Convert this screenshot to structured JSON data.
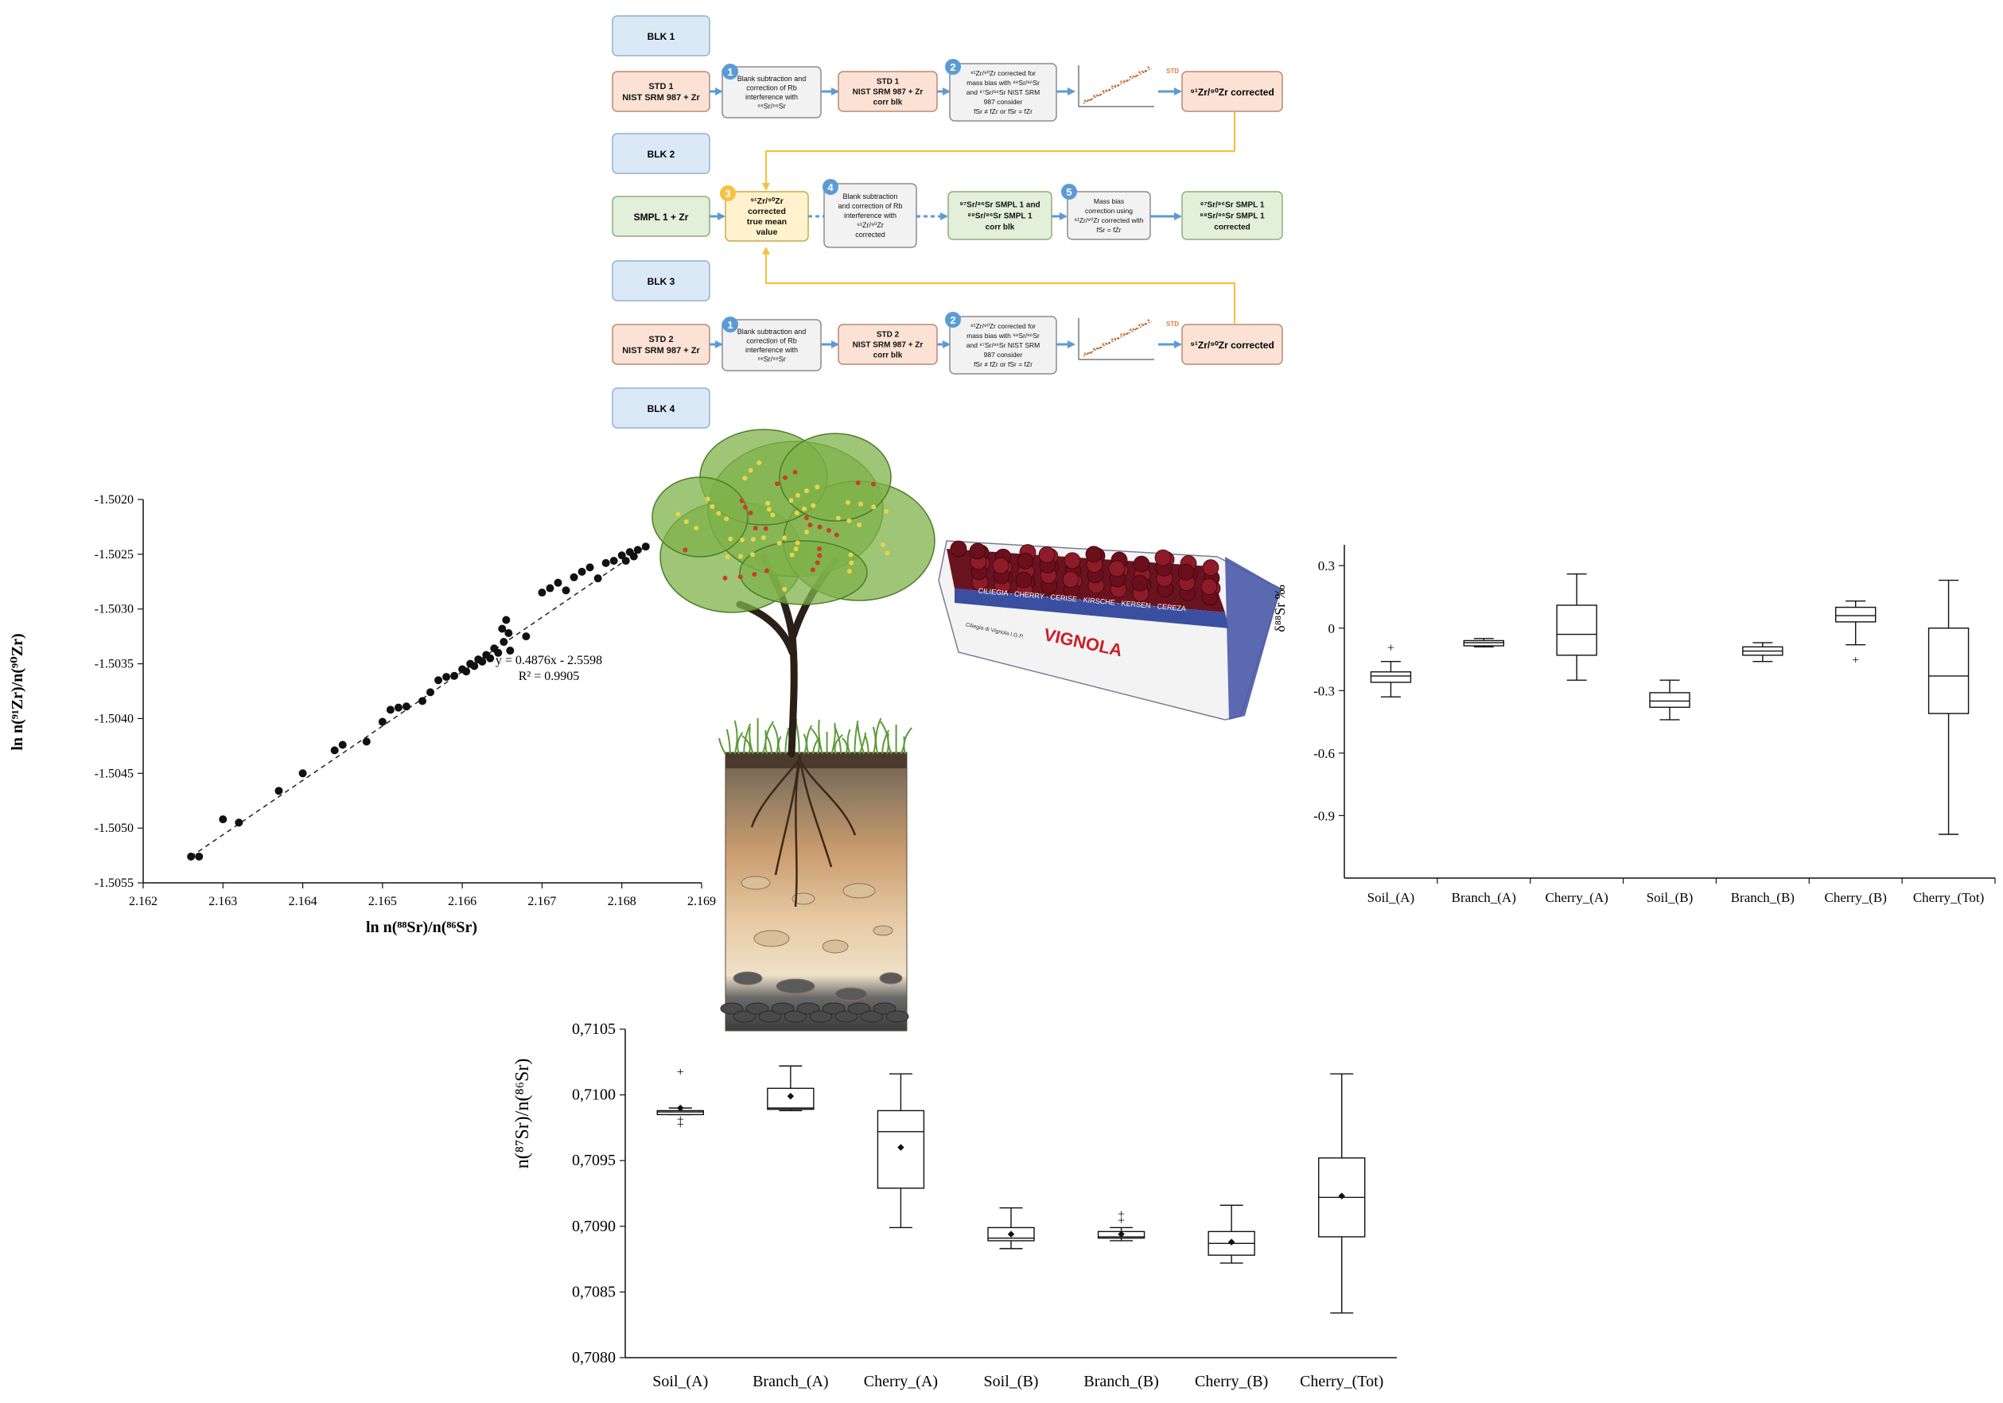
{
  "colors": {
    "blk": "#dbe9f6",
    "blk_border": "#8fb1d6",
    "std": "#fbe2d5",
    "std_border": "#b98a72",
    "smpl": "#e2efd9",
    "smpl_border": "#8fae7a",
    "proc": "#f2f2f2",
    "proc_border": "#8c8c8c",
    "mean": "#fff2cc",
    "mean_border": "#c9a94a",
    "arrow": "#5b9bd5",
    "link": "#f5c242",
    "badge": "#5b9bd5",
    "badge_gold": "#f5c242",
    "mini_std": "#e07b39"
  },
  "flowchart": {
    "blk1": "BLK 1",
    "blk2": "BLK 2",
    "blk3": "BLK 3",
    "blk4": "BLK 4",
    "std1": [
      "STD 1",
      "NIST SRM 987 + Zr"
    ],
    "std2": [
      "STD 2",
      "NIST SRM 987 + Zr"
    ],
    "smpl1": "SMPL 1 + Zr",
    "blank_rb": [
      "Blank subtraction and",
      "correction of Rb",
      "interference with",
      "⁸⁸Sr/⁸⁶Sr"
    ],
    "std1_corr": [
      "STD 1",
      "NIST SRM 987 + Zr",
      "corr blk"
    ],
    "std2_corr": [
      "STD 2",
      "NIST SRM 987 + Zr",
      "corr blk"
    ],
    "massbias_std": [
      "⁹¹Zr/⁹⁰Zr corrected for",
      "mass bias with ⁸⁸Sr/⁸⁶Sr",
      "and ⁸⁷Sr/⁸⁶Sr NIST SRM",
      "987 consider",
      "fSr ≠ fZr or fSr = fZr"
    ],
    "mini_label": "STD",
    "zr_corrected": "⁹¹Zr/⁹⁰Zr",
    "zr_corrected_sub": "corrected",
    "true_mean": [
      "⁹¹Zr/⁹⁰Zr",
      "corrected",
      "true mean",
      "value"
    ],
    "blank_zr": [
      "Blank subtraction",
      "and correction of Rb",
      "interference with",
      "⁹¹Zr/⁹⁰Zr",
      "corrected"
    ],
    "sr_corr_blk": [
      "⁸⁷Sr/⁸⁶Sr SMPL 1 and",
      "⁸⁸Sr/⁸⁶Sr SMPL 1",
      "corr blk"
    ],
    "mass_bias_corr": [
      "Mass bias",
      "correction using",
      "⁹¹Zr/⁹⁰Zr corrected with",
      "fSr = fZr"
    ],
    "final_sr": [
      "⁸⁷Sr/⁸⁶Sr SMPL 1",
      "⁸⁸Sr/⁸⁶Sr SMPL 1",
      "corrected"
    ],
    "badges": [
      "1",
      "2",
      "3",
      "4",
      "5"
    ]
  },
  "chart_data": [
    {
      "type": "scatter",
      "xlabel": "ln n(⁸⁸Sr)/n(⁸⁶Sr)",
      "ylabel": "ln n(⁹¹Zr)/n(⁹⁰Zr)",
      "xlim": [
        2.162,
        2.169
      ],
      "ylim": [
        -1.5055,
        -1.502
      ],
      "xticks": [
        "2.162",
        "2.163",
        "2.164",
        "2.165",
        "2.166",
        "2.167",
        "2.168",
        "2.169"
      ],
      "yticks": [
        "-1.5020",
        "-1.5025",
        "-1.5030",
        "-1.5035",
        "-1.5040",
        "-1.5045",
        "-1.5050",
        "-1.5055"
      ],
      "equation": "y = 0.4876x - 2.5598",
      "r2": "R² = 0.9905",
      "trendline": {
        "slope": 0.4876,
        "intercept": -2.5598
      },
      "points": [
        [
          2.1626,
          -1.50526
        ],
        [
          2.1627,
          -1.50526
        ],
        [
          2.163,
          -1.50492
        ],
        [
          2.1632,
          -1.50495
        ],
        [
          2.1637,
          -1.50466
        ],
        [
          2.164,
          -1.5045
        ],
        [
          2.1644,
          -1.50429
        ],
        [
          2.1645,
          -1.50424
        ],
        [
          2.1648,
          -1.50421
        ],
        [
          2.165,
          -1.50403
        ],
        [
          2.1651,
          -1.50392
        ],
        [
          2.1652,
          -1.5039
        ],
        [
          2.1653,
          -1.50389
        ],
        [
          2.1655,
          -1.50384
        ],
        [
          2.1656,
          -1.50376
        ],
        [
          2.1657,
          -1.50365
        ],
        [
          2.1658,
          -1.50362
        ],
        [
          2.1659,
          -1.50361
        ],
        [
          2.166,
          -1.50355
        ],
        [
          2.16605,
          -1.50357
        ],
        [
          2.1661,
          -1.5035
        ],
        [
          2.16615,
          -1.50352
        ],
        [
          2.1662,
          -1.50346
        ],
        [
          2.16625,
          -1.50348
        ],
        [
          2.1663,
          -1.50342
        ],
        [
          2.16635,
          -1.50345
        ],
        [
          2.1664,
          -1.50336
        ],
        [
          2.16645,
          -1.5034
        ],
        [
          2.1665,
          -1.50318
        ],
        [
          2.16652,
          -1.5033
        ],
        [
          2.16655,
          -1.5031
        ],
        [
          2.16658,
          -1.50322
        ],
        [
          2.1666,
          -1.50338
        ],
        [
          2.1668,
          -1.50325
        ],
        [
          2.167,
          -1.50285
        ],
        [
          2.1671,
          -1.50281
        ],
        [
          2.1672,
          -1.50276
        ],
        [
          2.1673,
          -1.50283
        ],
        [
          2.1674,
          -1.50271
        ],
        [
          2.1675,
          -1.50266
        ],
        [
          2.1676,
          -1.50262
        ],
        [
          2.1677,
          -1.50272
        ],
        [
          2.1678,
          -1.50258
        ],
        [
          2.1679,
          -1.50256
        ],
        [
          2.168,
          -1.50251
        ],
        [
          2.1681,
          -1.50248
        ],
        [
          2.1682,
          -1.50246
        ],
        [
          2.1683,
          -1.50243
        ],
        [
          2.16805,
          -1.50256
        ],
        [
          2.16815,
          -1.50252
        ]
      ]
    },
    {
      "type": "box",
      "ylabel": "δ⁸⁸Sr ‰",
      "ylim": [
        -1.2,
        0.4
      ],
      "yticks": [
        "0.3",
        "0",
        "-0.3",
        "-0.6",
        "-0.9"
      ],
      "categories": [
        "Soil_(A)",
        "Branch_(A)",
        "Cherry_(A)",
        "Soil_(B)",
        "Branch_(B)",
        "Cherry_(B)",
        "Cherry_(Tot)"
      ],
      "boxes": [
        {
          "min": -0.33,
          "q1": -0.26,
          "median": -0.23,
          "q3": -0.21,
          "max": -0.16,
          "outliers": [
            -0.09
          ]
        },
        {
          "min": -0.09,
          "q1": -0.085,
          "median": -0.07,
          "q3": -0.06,
          "max": -0.05,
          "outliers": []
        },
        {
          "min": -0.25,
          "q1": -0.13,
          "median": -0.03,
          "q3": 0.11,
          "max": 0.26,
          "outliers": []
        },
        {
          "min": -0.44,
          "q1": -0.38,
          "median": -0.35,
          "q3": -0.31,
          "max": -0.25,
          "outliers": []
        },
        {
          "min": -0.16,
          "q1": -0.13,
          "median": -0.11,
          "q3": -0.09,
          "max": -0.07,
          "outliers": []
        },
        {
          "min": -0.08,
          "q1": 0.03,
          "median": 0.06,
          "q3": 0.1,
          "max": 0.13,
          "outliers": [
            -0.15
          ]
        },
        {
          "min": -0.99,
          "q1": -0.41,
          "median": -0.23,
          "q3": 0.0,
          "max": 0.23,
          "outliers": []
        }
      ]
    },
    {
      "type": "box",
      "ylabel": "n(⁸⁷Sr)/n(⁸⁶Sr)",
      "ylim": [
        0.708,
        0.7105
      ],
      "yticks": [
        "0,7105",
        "0,7100",
        "0,7095",
        "0,7090",
        "0,7085",
        "0,7080"
      ],
      "categories": [
        "Soil_(A)",
        "Branch_(A)",
        "Cherry_(A)",
        "Soil_(B)",
        "Branch_(B)",
        "Cherry_(B)",
        "Cherry_(Tot)"
      ],
      "boxes": [
        {
          "min": 0.70985,
          "q1": 0.70985,
          "median": 0.70987,
          "q3": 0.70988,
          "max": 0.7099,
          "mean": 0.7099,
          "outliers": [
            0.71018,
            0.70978,
            0.70982
          ]
        },
        {
          "min": 0.70988,
          "q1": 0.70989,
          "median": 0.7099,
          "q3": 0.71005,
          "max": 0.71022,
          "mean": 0.70999,
          "outliers": []
        },
        {
          "min": 0.70899,
          "q1": 0.70929,
          "median": 0.70972,
          "q3": 0.70988,
          "max": 0.71016,
          "mean": 0.7096,
          "outliers": []
        },
        {
          "min": 0.70883,
          "q1": 0.70889,
          "median": 0.70891,
          "q3": 0.70899,
          "max": 0.70914,
          "mean": 0.70894,
          "outliers": []
        },
        {
          "min": 0.70889,
          "q1": 0.70891,
          "median": 0.70892,
          "q3": 0.70896,
          "max": 0.70899,
          "mean": 0.70894,
          "outliers": [
            0.7091,
            0.70905
          ]
        },
        {
          "min": 0.70872,
          "q1": 0.70878,
          "median": 0.70887,
          "q3": 0.70896,
          "max": 0.70916,
          "mean": 0.70888,
          "outliers": []
        },
        {
          "min": 0.70834,
          "q1": 0.70892,
          "median": 0.70922,
          "q3": 0.70952,
          "max": 0.71016,
          "mean": 0.70923,
          "outliers": []
        }
      ]
    }
  ],
  "illustration": {
    "crate_words": [
      "CILIEGIA · CHERRY · CERISE · KIRSCHE · KERSEN · CEREZA",
      "VIGNOLA",
      "Ciliegia di Vignola I.G.P."
    ]
  }
}
